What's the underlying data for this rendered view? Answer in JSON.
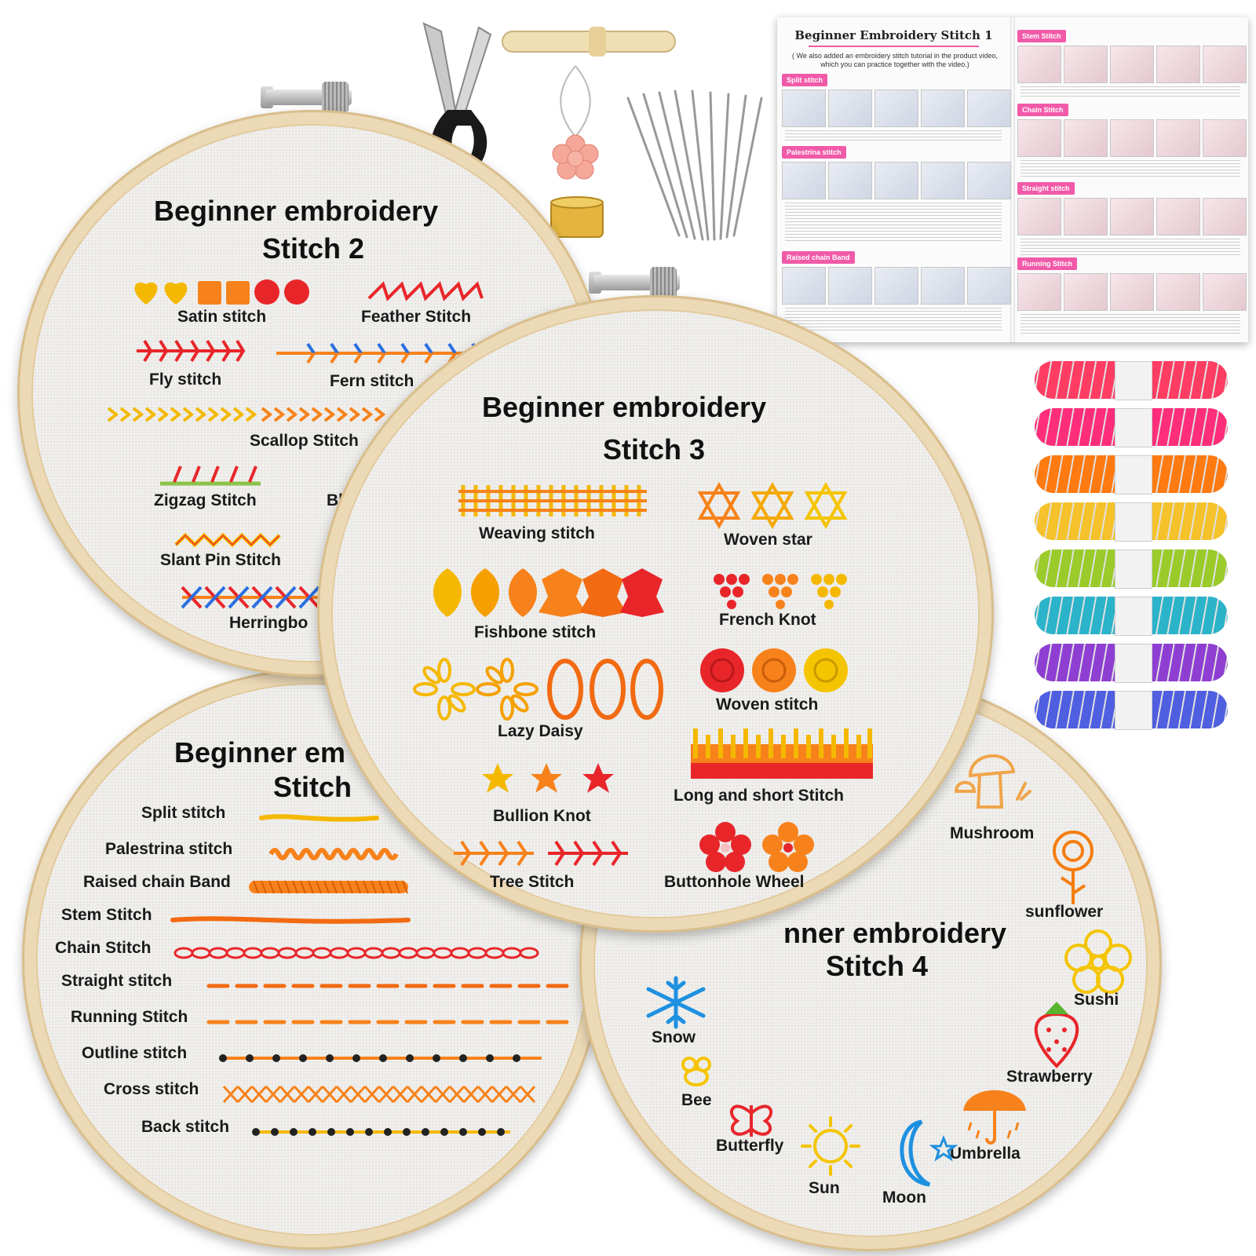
{
  "hoop2": {
    "title_line1": "Beginner embroidery",
    "title_line2": "Stitch 2",
    "labels": {
      "satin": "Satin stitch",
      "feather": "Feather Stitch",
      "fly": "Fly stitch",
      "fern": "Fern stitch",
      "scallop": "Scallop Stitch",
      "zigzag": "Zigzag Stitch",
      "blanket_partial": "Bl",
      "slant_pin": "Slant Pin Stitch",
      "herringbone_partial": "Herringbo"
    }
  },
  "hoop3": {
    "title_line1": "Beginner embroidery",
    "title_line2": "Stitch 3",
    "labels": {
      "weaving": "Weaving stitch",
      "woven_star": "Woven star",
      "fishbone": "Fishbone stitch",
      "french_knot": "French Knot",
      "lazy_daisy": "Lazy Daisy",
      "woven_stitch": "Woven stitch",
      "bullion": "Bullion Knot",
      "long_short": "Long and short Stitch",
      "tree": "Tree Stitch",
      "buttonhole": "Buttonhole Wheel"
    }
  },
  "hoop1": {
    "title_line1": "Beginner em",
    "title_line2": "Stitch",
    "labels": [
      "Split stitch",
      "Palestrina stitch",
      "Raised chain Band",
      "Stem Stitch",
      "Chain Stitch",
      "Straight stitch",
      "Running Stitch",
      "Outline stitch",
      "Cross stitch",
      "Back stitch"
    ]
  },
  "hoop4": {
    "title_line1": "nner embroidery",
    "title_line2": "Stitch 4",
    "labels": {
      "mushroom": "Mushroom",
      "sunflower": "sunflower",
      "sushi": "Sushi",
      "strawberry": "Strawberry",
      "umbrella": "Umbrella",
      "snow": "Snow",
      "bee": "Bee",
      "butterfly": "Butterfly",
      "sun": "Sun",
      "moon": "Moon"
    }
  },
  "guide": {
    "title": "Beginner Embroidery Stitch 1",
    "subtitle": "( We also added an embroidery stitch tutorial in the product video, which you can practice together with the video.)",
    "tags": [
      "Split stitch",
      "Palestrina stitch",
      "Raised chain Band",
      "Stem Stitch",
      "Chain Stitch",
      "Straight stitch",
      "Running Stitch"
    ]
  },
  "colors": {
    "thread": [
      "#ff3d63",
      "#ff2d7a",
      "#ff7a10",
      "#f5c22b",
      "#9acb2a",
      "#2bb3c9",
      "#8e3fd2",
      "#4f5fe0"
    ],
    "red": "#e8262a",
    "orange": "#f7821b",
    "yellow": "#f5b800",
    "blue": "#2a6fe0",
    "hoop_wood": "#ecd9b6"
  }
}
